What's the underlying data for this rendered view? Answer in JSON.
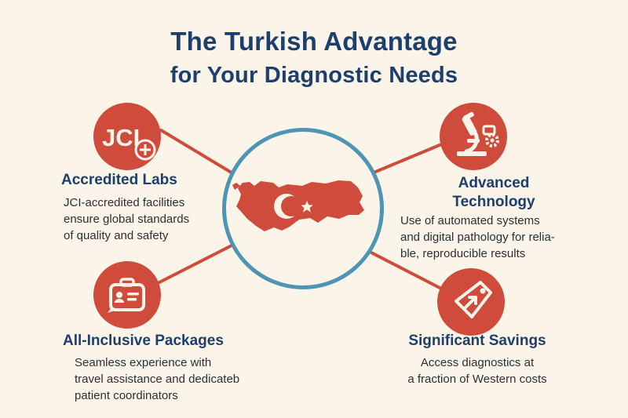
{
  "title": {
    "line1": "The Turkish Advantage",
    "line2": "for Your Diagnostic Needs"
  },
  "center": {
    "icon": "turkey-map-with-flag-icon"
  },
  "features": {
    "labs": {
      "icon": "jci-accreditation-icon",
      "badge_text": "JCI",
      "heading": "Accredited Labs",
      "desc": [
        "JCI-accredited facilities",
        "ensure global standards",
        "of quality and safety"
      ]
    },
    "tech": {
      "icon": "microscope-icon",
      "heading_line1": "Advanced",
      "heading_line2": "Technology",
      "desc": [
        "Use of automated systems",
        "and digital pathology for relia-",
        "ble, reproducible results"
      ]
    },
    "packages": {
      "icon": "suitcase-id-icon",
      "heading": "All-Inclusive Packages",
      "desc": [
        "Seamless experience with",
        "travel assistance and dedicateb",
        "patient coordinators"
      ]
    },
    "savings": {
      "icon": "price-tag-icon",
      "heading": "Significant Savings",
      "desc": [
        "Access diagnostics at",
        "a fraction of Western costs"
      ]
    }
  },
  "colors": {
    "background": "#fbf4e9",
    "accent_red": "#cf4b3b",
    "ring_blue": "#4e94b4",
    "heading_navy": "#1d3f6e"
  }
}
